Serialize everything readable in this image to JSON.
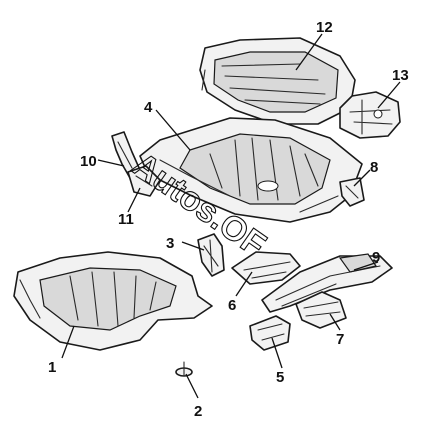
{
  "diagram": {
    "callouts": [
      {
        "id": "1",
        "label": "1"
      },
      {
        "id": "2",
        "label": "2"
      },
      {
        "id": "3",
        "label": "3"
      },
      {
        "id": "4",
        "label": "4"
      },
      {
        "id": "5",
        "label": "5"
      },
      {
        "id": "6",
        "label": "6"
      },
      {
        "id": "7",
        "label": "7"
      },
      {
        "id": "8",
        "label": "8"
      },
      {
        "id": "9",
        "label": "9"
      },
      {
        "id": "10",
        "label": "10"
      },
      {
        "id": "11",
        "label": "11"
      },
      {
        "id": "12",
        "label": "12"
      },
      {
        "id": "13",
        "label": "13"
      }
    ],
    "watermark": "Autos.OF"
  }
}
